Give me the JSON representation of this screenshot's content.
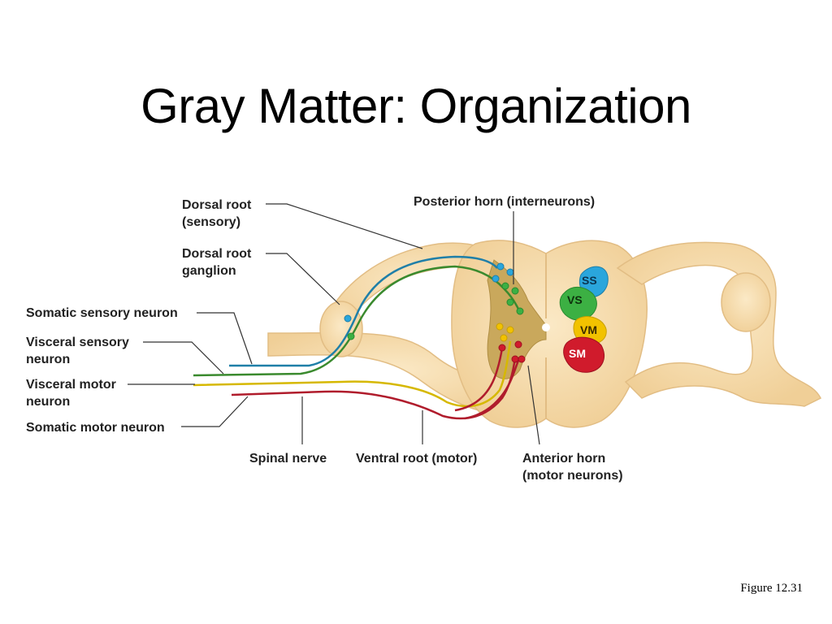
{
  "slide": {
    "title": "Gray Matter: Organization",
    "figure_ref": "Figure 12.31"
  },
  "labels": {
    "dorsal_root": [
      "Dorsal root",
      "(sensory)"
    ],
    "dorsal_root_ganglion": [
      "Dorsal root",
      "ganglion"
    ],
    "somatic_sensory": [
      "Somatic sensory neuron"
    ],
    "visceral_sensory": [
      "Visceral sensory",
      "neuron"
    ],
    "visceral_motor": [
      "Visceral motor",
      "neuron"
    ],
    "somatic_motor": [
      "Somatic motor neuron"
    ],
    "posterior_horn": [
      "Posterior horn (interneurons)"
    ],
    "spinal_nerve": [
      "Spinal nerve"
    ],
    "ventral_root": [
      "Ventral root (motor)"
    ],
    "anterior_horn": [
      "Anterior horn",
      "(motor neurons)"
    ]
  },
  "zones": {
    "ss": "SS",
    "vs": "VS",
    "vm": "VM",
    "sm": "SM"
  },
  "colors": {
    "tissue": "#f6dcae",
    "tissue_outline": "#e2bd84",
    "gray_matter": "#c9a85c",
    "somatic_sensory": "#1f7fa8",
    "visceral_sensory": "#3a8a2e",
    "visceral_motor": "#d6b800",
    "somatic_motor": "#b01c2c",
    "zone_ss": "#2aa6dc",
    "zone_vs": "#3cb043",
    "zone_vm": "#f2c200",
    "zone_sm": "#d01b2c"
  }
}
